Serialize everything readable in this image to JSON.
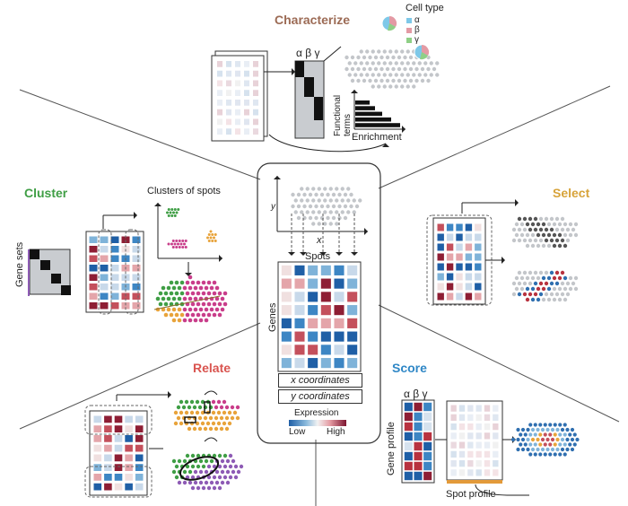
{
  "panels": {
    "characterize": {
      "title": "Characterize",
      "color": "#9c6b55"
    },
    "cluster": {
      "title": "Cluster",
      "color": "#3f9e45"
    },
    "select": {
      "title": "Select",
      "color": "#d7a33a"
    },
    "relate": {
      "title": "Relate",
      "color": "#d9544f"
    },
    "score": {
      "title": "Score",
      "color": "#2f87c6"
    }
  },
  "labels": {
    "cell_type": "Cell type",
    "functional_terms": "Functional terms",
    "enrichment": "Enrichment",
    "clusters_of_spots": "Clusters of spots",
    "gene_sets": "Gene sets",
    "genes": "Genes",
    "spots": "Spots",
    "x_axis": "x",
    "y_axis": "y",
    "x_coordinates": "x coordinates",
    "y_coordinates": "y coordinates",
    "expression": "Expression",
    "low": "Low",
    "high": "High",
    "gene_profile": "Gene profile",
    "spot_profile": "Spot profile",
    "alpha": "α",
    "beta": "β",
    "gamma": "γ",
    "alpha_beta_gamma": "α β γ",
    "alpha_beta_gamma_score": "αβγ"
  },
  "legend": [
    {
      "symbol": "α",
      "color": "#7ec8e8"
    },
    {
      "symbol": "β",
      "color": "#e39aa4"
    },
    {
      "symbol": "γ",
      "color": "#8fcf86"
    }
  ],
  "colors": {
    "blue": "#2f6fb0",
    "red": "#b8323f",
    "green": "#3f9e45",
    "orange": "#e8a33a",
    "magenta": "#c93d8a",
    "purple": "#8e5bb5",
    "grey": "#c3c6ca"
  }
}
